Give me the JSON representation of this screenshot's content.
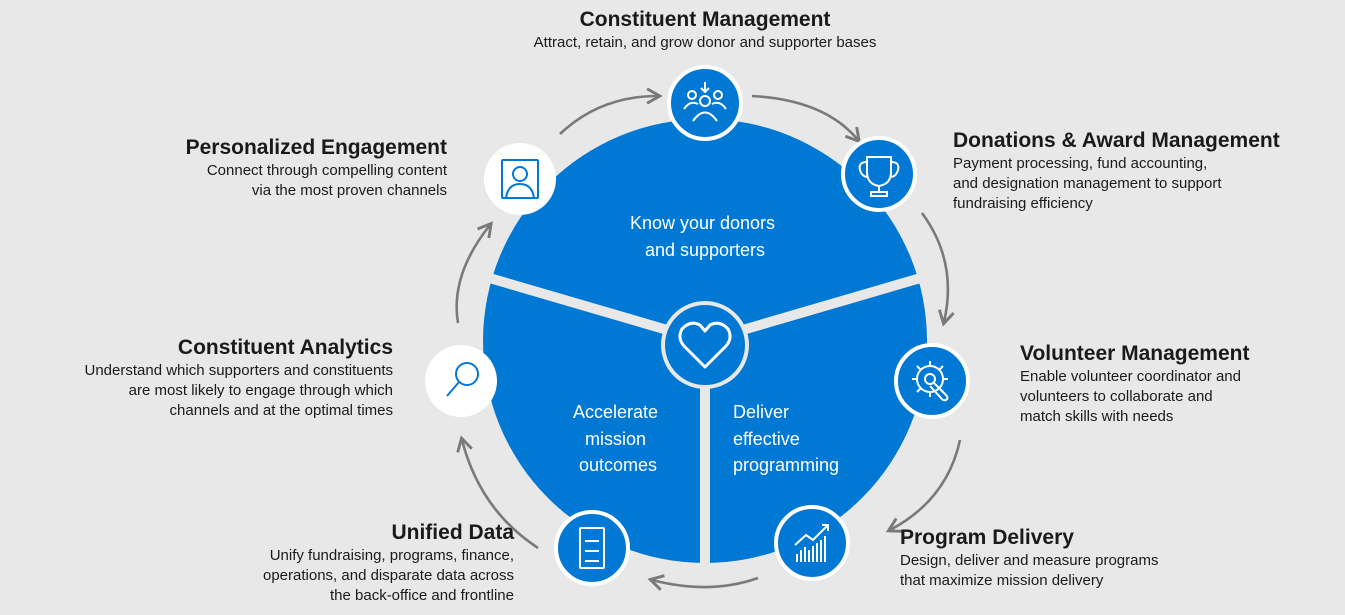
{
  "center_sections": {
    "top": [
      "Know your donors",
      "and supporters"
    ],
    "left": [
      "Accelerate",
      "mission",
      "outcomes"
    ],
    "right": [
      "Deliver",
      "effective",
      "programming"
    ]
  },
  "center_icon": "heart-icon",
  "colors": {
    "primary": "#0078d4",
    "background": "#e8e8e8",
    "arrow": "#7a7a7a"
  },
  "capabilities": [
    {
      "title": "Constituent Management",
      "description": [
        "Attract, retain, and grow donor and supporter bases"
      ],
      "icon": "people-arrow-icon"
    },
    {
      "title": "Donations & Award Management",
      "description": [
        "Payment processing, fund accounting,",
        "and designation management to support",
        "fundraising efficiency"
      ],
      "icon": "trophy-icon"
    },
    {
      "title": "Volunteer Management",
      "description": [
        "Enable volunteer coordinator and",
        "volunteers to collaborate and",
        "match skills with needs"
      ],
      "icon": "gear-wrench-icon"
    },
    {
      "title": "Program Delivery",
      "description": [
        "Design, deliver and measure programs",
        "that maximize mission delivery"
      ],
      "icon": "bar-chart-trend-icon"
    },
    {
      "title": "Unified Data",
      "description": [
        "Unify fundraising, programs, finance,",
        "operations, and disparate data across",
        "the back-office and frontline"
      ],
      "icon": "server-icon"
    },
    {
      "title": "Constituent Analytics",
      "description": [
        "Understand which supporters and constituents",
        "are most likely to engage through which",
        "channels and at the optimal times"
      ],
      "icon": "search-icon"
    },
    {
      "title": "Personalized Engagement",
      "description": [
        "Connect through compelling content",
        "via the most proven channels"
      ],
      "icon": "person-frame-icon"
    }
  ]
}
